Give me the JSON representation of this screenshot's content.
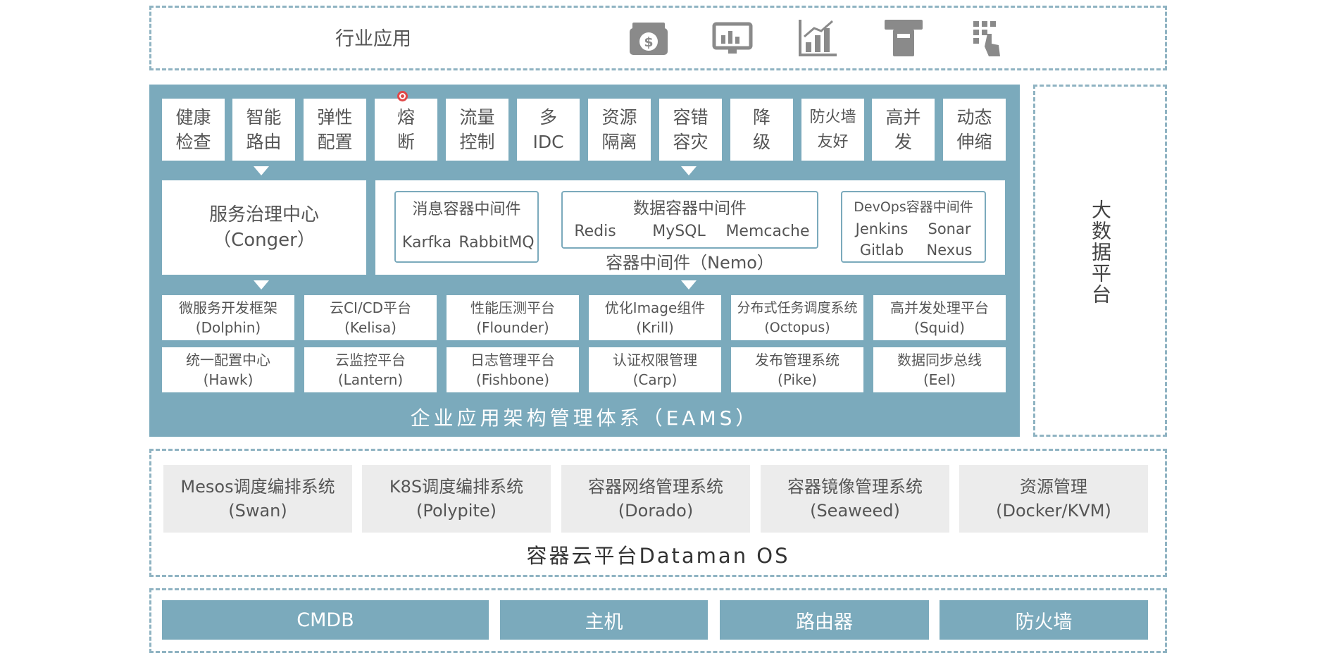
{
  "industry": {
    "label": "行业应用",
    "icons": [
      "money-bag-icon",
      "monitor-chart-icon",
      "bar-chart-icon",
      "atm-icon",
      "touch-keypad-icon"
    ]
  },
  "eams": {
    "title": "企业应用架构管理体系（EAMS）",
    "capabilities": [
      [
        "健康",
        "检查"
      ],
      [
        "智能",
        "路由"
      ],
      [
        "弹性",
        "配置"
      ],
      [
        "熔",
        "断"
      ],
      [
        "流量",
        "控制"
      ],
      [
        "多",
        "IDC"
      ],
      [
        "资源",
        "隔离"
      ],
      [
        "容错",
        "容灾"
      ],
      [
        "降",
        "级"
      ],
      [
        "防火墙",
        "友好"
      ],
      [
        "高并",
        "发"
      ],
      [
        "动态",
        "伸缩"
      ]
    ],
    "governance": {
      "title": "服务治理中心",
      "subtitle": "（Conger）"
    },
    "middleware": {
      "title": "容器中间件（Nemo）",
      "message": {
        "title": "消息容器中间件",
        "tools": [
          "Karfka",
          "RabbitMQ"
        ]
      },
      "data": {
        "title": "数据容器中间件",
        "tools": [
          "Redis",
          "MySQL",
          "Memcache"
        ]
      },
      "devops": {
        "title": "DevOps容器中间件",
        "tools": [
          "Jenkins",
          "Sonar",
          "Gitlab",
          "Nexus"
        ]
      }
    },
    "services_row1": [
      {
        "name": "微服务开发框架",
        "code": "(Dolphin)"
      },
      {
        "name": "云CI/CD平台",
        "code": "(Kelisa)"
      },
      {
        "name": "性能压测平台",
        "code": "(Flounder)"
      },
      {
        "name": "优化Image组件",
        "code": "(Krill)"
      },
      {
        "name": "分布式任务调度系统",
        "code": "(Octopus)"
      },
      {
        "name": "高并发处理平台",
        "code": "(Squid)"
      }
    ],
    "services_row2": [
      {
        "name": "统一配置中心",
        "code": "(Hawk)"
      },
      {
        "name": "云监控平台",
        "code": "(Lantern)"
      },
      {
        "name": "日志管理平台",
        "code": "(Fishbone)"
      },
      {
        "name": "认证权限管理",
        "code": "(Carp)"
      },
      {
        "name": "发布管理系统",
        "code": "(Pike)"
      },
      {
        "name": "数据同步总线",
        "code": "(Eel)"
      }
    ]
  },
  "bigdata": {
    "label": "大数据平台"
  },
  "container_os": {
    "title": "容器云平台Dataman OS",
    "items": [
      {
        "name": "Mesos调度编排系统",
        "code": "(Swan)"
      },
      {
        "name": "K8S调度编排系统",
        "code": "(Polypite)"
      },
      {
        "name": "容器网络管理系统",
        "code": "(Dorado)"
      },
      {
        "name": "容器镜像管理系统",
        "code": "(Seaweed)"
      },
      {
        "name": "资源管理",
        "code": "(Docker/KVM)"
      }
    ]
  },
  "infrastructure": {
    "items": [
      "CMDB",
      "主机",
      "路由器",
      "防火墙"
    ]
  },
  "colors": {
    "accent": "#7baabc",
    "border": "#8fb3c2",
    "card_grey": "#ececec"
  }
}
